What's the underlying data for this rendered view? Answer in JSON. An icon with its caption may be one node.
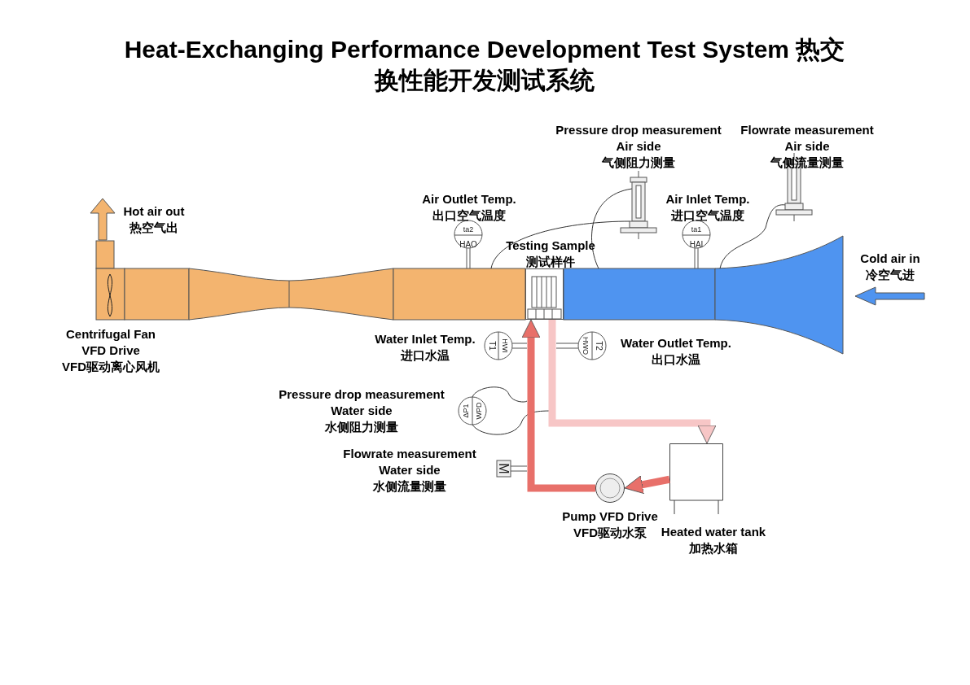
{
  "diagram": {
    "title": "Heat-Exchanging Performance Development Test System 热交换性能开发测试系统",
    "nodes": [
      {
        "text": [],
        "shape": "box",
        "beside": [
          "Testing Sample 测试样件"
        ]
      },
      {
        "text": [],
        "shape": "circle",
        "beside": [
          "Pump VFD Drive VFD驱动水泵"
        ]
      },
      {
        "text": [],
        "shape": "box",
        "beside": [
          "Heated water tank 加热水箱"
        ]
      }
    ],
    "edges": [
      {
        "from": 1,
        "to": 0,
        "arrow": "to",
        "color": "#e8706a"
      },
      {
        "from": 0,
        "to": 2,
        "arrow": "to",
        "color": "#f7c6c6"
      },
      {
        "from": 2,
        "to": 1,
        "arrow": "to",
        "color": "#e8706a"
      }
    ],
    "labels": [
      "Pressure drop measurement Air side 气侧阻力测量",
      "Flowrate measurement Air side 气侧流量测量",
      "Air Outlet Temp. 出口空气温度",
      "Air Inlet Temp. 进口空气温度",
      "Hot air out 热空气出",
      "ta2",
      "HAO",
      "ta1",
      "HAI",
      "Cold air in 冷空气进",
      "Centrifugal Fan VFD Drive VFD驱动离心风机",
      "Water Inlet Temp. 进口水温",
      "T1",
      "HWI",
      "HWO",
      "T2",
      "Water Outlet Temp. 出口水温",
      "Pressure drop measurement Water side 水侧阻力测量",
      "ΔP1",
      "WPD",
      "Flowrate measurement Water side 水侧流量测量",
      "M"
    ]
  }
}
